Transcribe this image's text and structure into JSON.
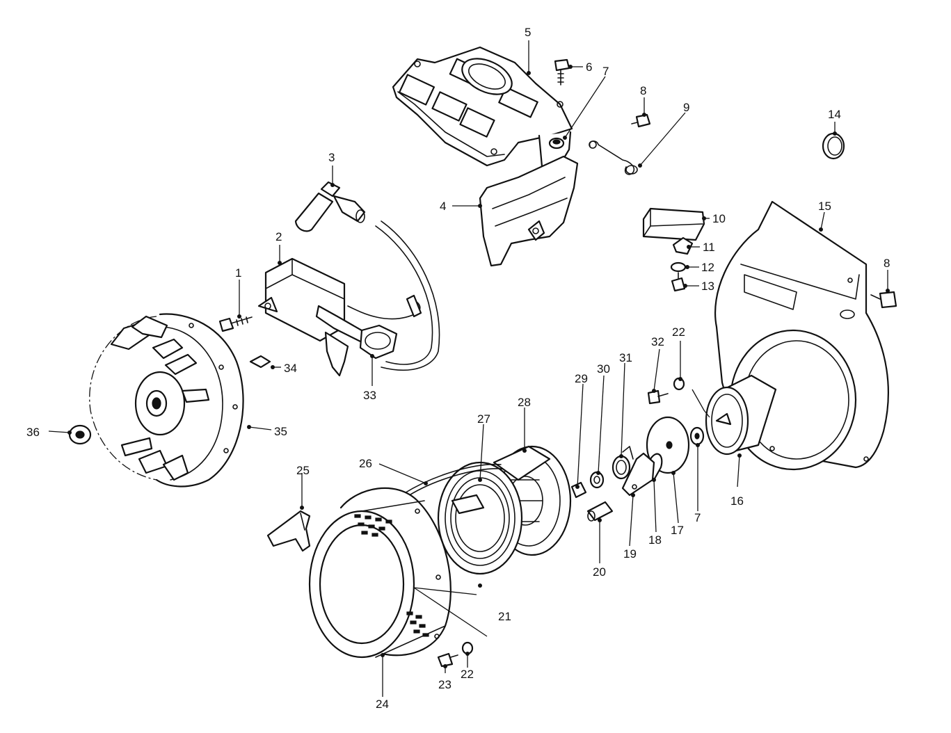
{
  "callouts": {
    "c1": "1",
    "c2": "2",
    "c3": "3",
    "c4": "4",
    "c5": "5",
    "c6": "6",
    "c7a": "7",
    "c7b": "7",
    "c8a": "8",
    "c8b": "8",
    "c9": "9",
    "c10": "10",
    "c11": "11",
    "c12": "12",
    "c13": "13",
    "c14": "14",
    "c15": "15",
    "c16": "16",
    "c17": "17",
    "c18": "18",
    "c19": "19",
    "c20": "20",
    "c21": "21",
    "c22a": "22",
    "c22b": "22",
    "c23": "23",
    "c24": "24",
    "c25": "25",
    "c26": "26",
    "c27": "27",
    "c28": "28",
    "c29": "29",
    "c30": "30",
    "c31": "31",
    "c32": "32",
    "c33": "33",
    "c34": "34",
    "c35": "35",
    "c36": "36"
  }
}
